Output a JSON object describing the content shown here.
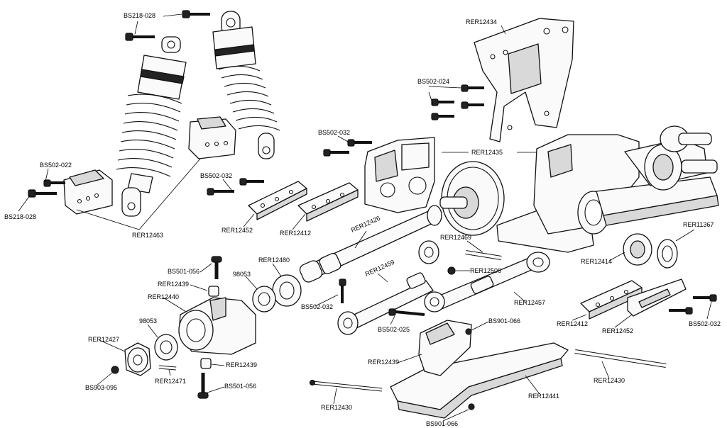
{
  "diagram": {
    "labels": {
      "bs218_028_top": "BS218-028",
      "bs218_028_left": "BS218-028",
      "bs502_022": "BS502-022",
      "rer12463": "RER12463",
      "bs502_032_a": "BS502-032",
      "rer12452_a": "RER12452",
      "rer12412_a": "RER12412",
      "rer12434": "RER12434",
      "bs502_024": "BS502-024",
      "bs502_032_b": "BS502-032",
      "rer12435": "RER12435",
      "rer12426": "RER12426",
      "rer12469": "RER12469",
      "rer11367": "RER11367",
      "rer12414": "RER12414",
      "rer12480": "RER12480",
      "bs501_056_a": "BS501-056",
      "rer12439_a": "RER12439",
      "n98053_a": "98053",
      "rer12440": "RER12440",
      "bs502_032_c": "BS502-032",
      "rer12459": "RER12459",
      "rer12506": "RER12506",
      "rer12457": "RER12457",
      "n98053_b": "98053",
      "rer12427": "RER12427",
      "rer12439_b": "RER12439",
      "rer12471": "RER12471",
      "bs501_056_b": "BS501-056",
      "bs903_095": "BS903-095",
      "bs502_025": "BS502-025",
      "bs901_066_a": "BS901-066",
      "rer12439_c": "RER12439",
      "rer12412_b": "RER12412",
      "rer12452_b": "RER12452",
      "bs502_032_d": "BS502-032",
      "rer12430_a": "RER12430",
      "rer12441": "RER12441",
      "rer12430_b": "RER12430",
      "bs901_066_b": "BS901-066"
    }
  }
}
